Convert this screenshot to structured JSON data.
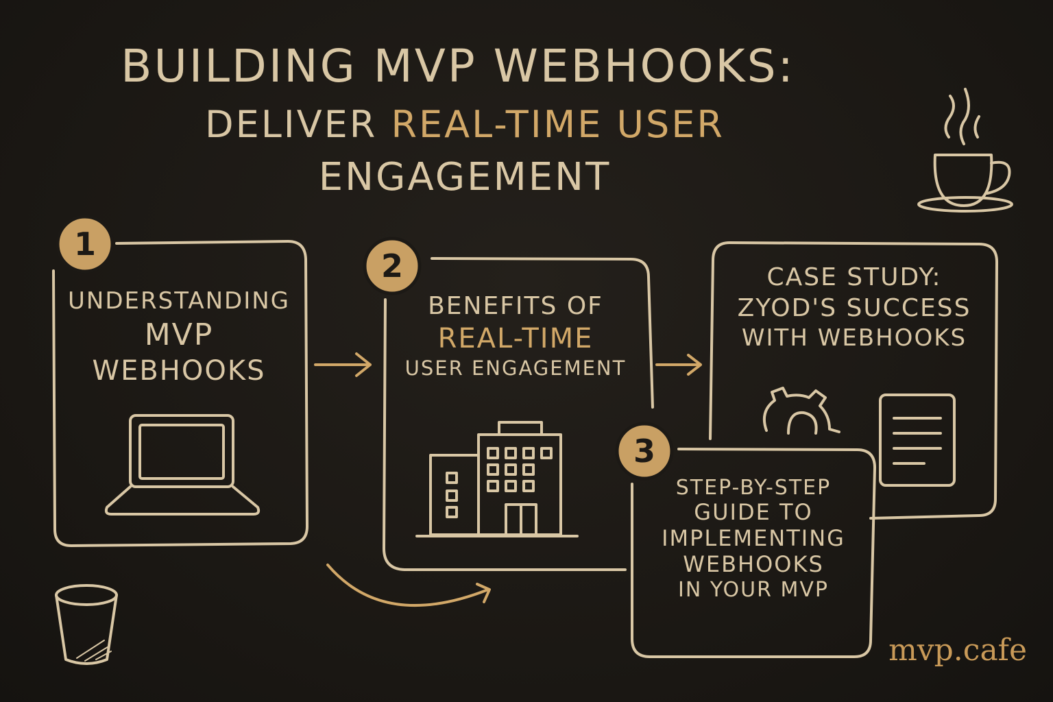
{
  "title": {
    "line1": "Building MVP Webhooks:",
    "line2_prefix": "Deliver ",
    "line2_accent": "Real-Time User",
    "line3": "Engagement"
  },
  "steps": [
    {
      "number": "1",
      "lines": [
        "Understanding",
        "MVP",
        "Webhooks"
      ],
      "icon": "laptop-icon"
    },
    {
      "number": "2",
      "lines": [
        "Benefits of",
        "Real-Time",
        "User Engagement"
      ],
      "accent_line": 1,
      "icon": "building-icon"
    },
    {
      "number": "3",
      "lines": [
        "Step-by-Step",
        "Guide to",
        "Implementing",
        "Webhooks",
        "in Your MVP"
      ],
      "icon": "none"
    }
  ],
  "case_study": {
    "lines": [
      "Case Study:",
      "Zyod's Success",
      "with Webhooks"
    ],
    "icons": [
      "gear-icon",
      "document-icon"
    ]
  },
  "decorations": [
    "coffee-cup-icon",
    "paper-cup-icon"
  ],
  "brand": "mvp.cafe",
  "colors": {
    "background": "#1c1915",
    "chalk": "#d9c7a5",
    "accent": "#d2a868",
    "badge": "#c9a064"
  }
}
